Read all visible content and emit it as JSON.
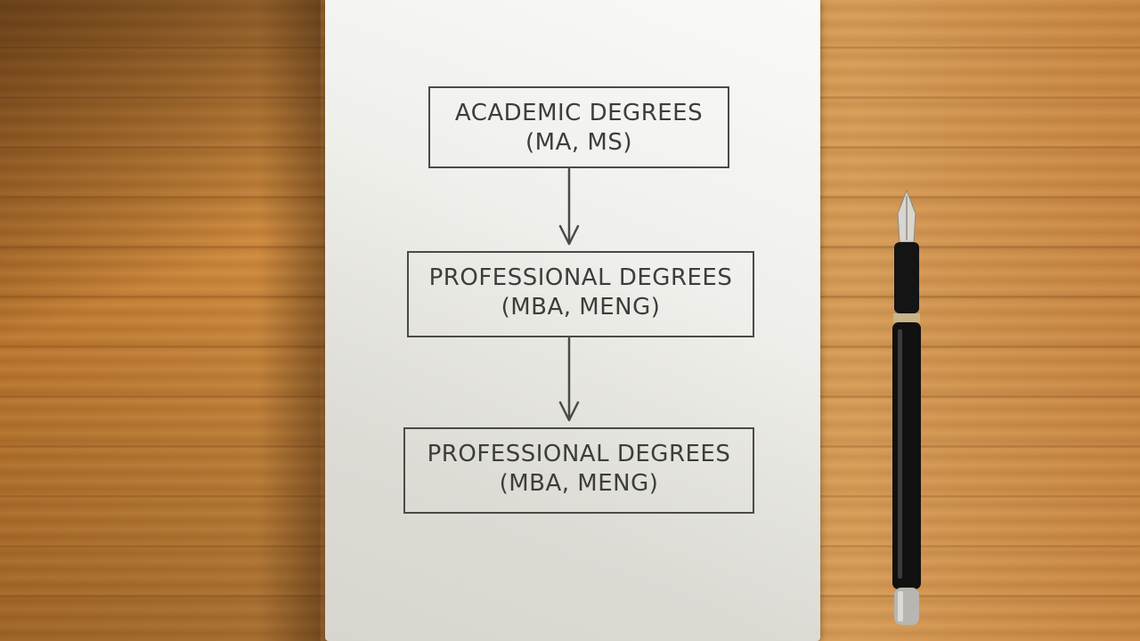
{
  "flowchart": {
    "nodes": [
      {
        "line1": "ACADEMIC DEGREES",
        "line2": "(MA, MS)"
      },
      {
        "line1": "PROFESSIONAL DEGREES",
        "line2": "(MBA, MENG)"
      },
      {
        "line1": "PROFESSIONAL DEGREES",
        "line2": "(MBA, MENG)"
      }
    ]
  },
  "colors": {
    "ink": "#3d3d3b",
    "paper": "#f2f2ee",
    "desk": "#c88440",
    "pen_body": "#111111"
  }
}
